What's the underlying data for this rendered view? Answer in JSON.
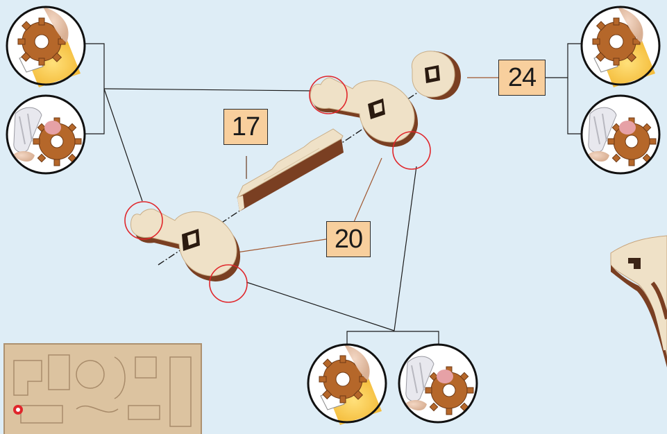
{
  "labels": {
    "part_17": "17",
    "part_20": "20",
    "part_24": "24"
  },
  "colors": {
    "background": "#deedf6",
    "wood_light": "#efe1c7",
    "wood_dark": "#7a3f22",
    "highlight_circle": "#e0262b",
    "label_fill": "#f8cf9d",
    "line": "#1a1a1a"
  },
  "icons": {
    "glue_tube_step": "glue-tube-icon",
    "gear_sandpaper_step": "gear-sandpaper-icon",
    "gear_wax_step": "gear-wax-icon"
  }
}
